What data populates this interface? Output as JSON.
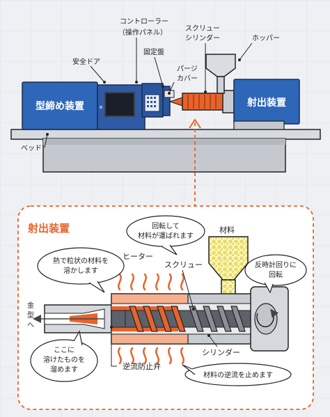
{
  "machine": {
    "clamp_unit": "型締め装置",
    "injection_unit": "射出装置",
    "safety_door": "安全ドア",
    "controller": [
      "コントローラー",
      "（操作パネル）"
    ],
    "fixed_platen": "固定盤",
    "purge_cover": [
      "パージ",
      "カバー"
    ],
    "screw_cylinder": [
      "スクリュー",
      "シリンダー"
    ],
    "hopper": "ホッパー",
    "bed": "ベッド"
  },
  "detail": {
    "title": "射出装置",
    "material": "材料",
    "heater": "ヒーター",
    "screw": "スクリュー",
    "cylinder": "シリンダー",
    "check_valve": "逆流防止弁",
    "to_mold": [
      "金",
      "型",
      "へ"
    ],
    "bubble_melt": [
      "熱で粒状の材料を",
      "溶かします"
    ],
    "bubble_rotate": [
      "回転して",
      "材料が運ばれます"
    ],
    "bubble_ccw": [
      "反時計回りに",
      "回転"
    ],
    "bubble_store": [
      "ここに",
      "溶けたものを",
      "溜めます"
    ],
    "bubble_valve": "材料の逆流を止めます"
  },
  "colors": {
    "blue": "#2e66b8",
    "dark_blue": "#1f3a6e",
    "orange": "#e8632a",
    "heater_fill": "#f5b08f",
    "cylinder_gray": "#c8ccd2",
    "pellet_yellow": "#f7ee7a"
  }
}
